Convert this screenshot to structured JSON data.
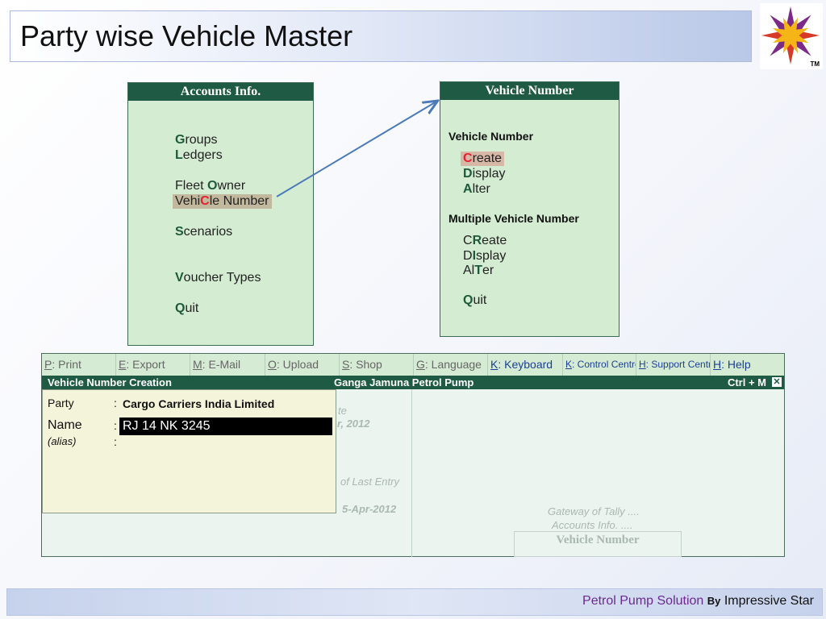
{
  "page": {
    "title": "Party wise Vehicle Master"
  },
  "logo": {
    "tm": "TM"
  },
  "accounts_menu": {
    "title": "Accounts Info.",
    "items": [
      {
        "key": "G",
        "rest": "roups"
      },
      {
        "key": "L",
        "rest": "edgers"
      },
      {
        "pre": "Fleet ",
        "key": "O",
        "rest": "wner"
      },
      {
        "pre": "Vehi",
        "key": "C",
        "rest": "le Number"
      },
      {
        "key": "S",
        "rest": "cenarios"
      },
      {
        "key": "V",
        "rest": "oucher Types"
      },
      {
        "key": "Q",
        "rest": "uit"
      }
    ]
  },
  "vehicle_menu": {
    "title": "Vehicle Number",
    "section1": "Vehicle Number",
    "section1_items": [
      {
        "key": "C",
        "rest": "reate"
      },
      {
        "key": "D",
        "rest": "isplay"
      },
      {
        "key": "A",
        "rest": "lter"
      }
    ],
    "section2": "Multiple Vehicle Number",
    "section2_items": [
      {
        "pre": "C",
        "key": "R",
        "rest": "eate"
      },
      {
        "pre": "D",
        "key": "I",
        "rest": "splay"
      },
      {
        "pre": "Al",
        "key": "T",
        "rest": "er"
      }
    ],
    "quit": {
      "key": "Q",
      "rest": "uit"
    }
  },
  "tally": {
    "buttons": [
      {
        "key": "P",
        "label": ": Print",
        "active": false
      },
      {
        "key": "E",
        "label": ": Export",
        "active": false
      },
      {
        "key": "M",
        "label": ": E-Mail",
        "active": false
      },
      {
        "key": "O",
        "label": ": Upload",
        "active": false
      },
      {
        "key": "S",
        "label": ": Shop",
        "active": false
      },
      {
        "key": "G",
        "label": ": Language",
        "active": false
      },
      {
        "key": "K",
        "label": ": Keyboard",
        "active": true
      },
      {
        "key": "K",
        "label": ": Control Centre",
        "active": true
      },
      {
        "key": "H",
        "label": ": Support Centre",
        "active": true
      },
      {
        "key": "H",
        "label": ": Help",
        "active": true
      }
    ],
    "status_left": "Vehicle Number Creation",
    "status_center": "Ganga Jamuna Petrol Pump",
    "status_right": "Ctrl + M",
    "close_glyph": "✕",
    "bg": {
      "te": "te",
      "date1": "r, 2012",
      "last_entry": "of Last Entry",
      "date2": "5-Apr-2012",
      "gateway": "Gateway of Tally ....",
      "accounts": "Accounts Info. ....",
      "vehicle_box": "Vehicle Number"
    },
    "form": {
      "party_label": "Party",
      "party_value": "Cargo Carriers India Limited",
      "name_label": "Name",
      "name_value": "RJ 14 NK 3245",
      "alias_label": "(alias)",
      "colon": ":"
    }
  },
  "footer": {
    "part1": "Petrol Pump Solution",
    "part2": "By",
    "part3": "Impressive Star"
  }
}
